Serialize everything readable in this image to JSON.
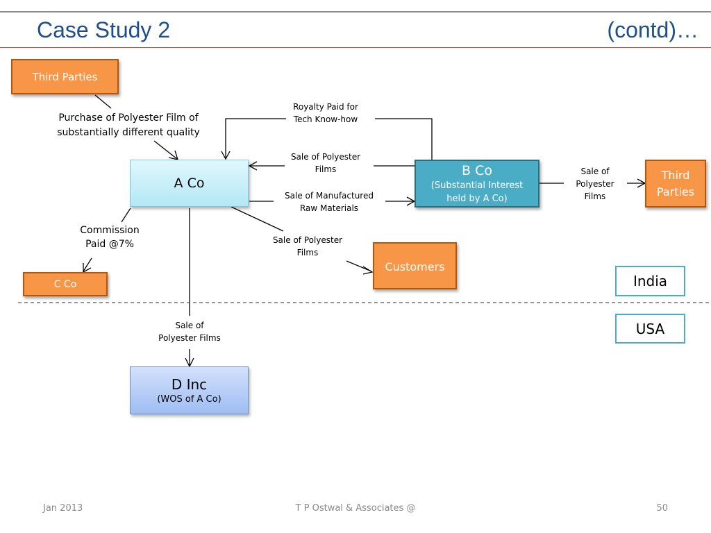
{
  "slide": {
    "title": "Case Study 2",
    "title_suffix": "(contd)…",
    "colors": {
      "title": "#1f4e8c",
      "orange": "#f79646",
      "a_co": "#c9f1fb",
      "b_co": "#4bacc6",
      "d_inc": "#a9c3f5",
      "region_border": "#4bacc6"
    }
  },
  "nodes": {
    "third_parties_top": "Third Parties",
    "a_co": "A Co",
    "b_co": {
      "name": "B Co",
      "sub1": "(Substantial Interest",
      "sub2": "held by A Co)"
    },
    "third_parties_right": {
      "line1": "Third",
      "line2": "Parties"
    },
    "customers": "Customers",
    "c_co": "C Co",
    "d_inc": {
      "name": "D Inc",
      "sub": "(WOS of A Co)"
    }
  },
  "regions": {
    "india": "India",
    "usa": "USA"
  },
  "edges": {
    "purchase": {
      "line1": "Purchase of Polyester Film of",
      "line2": "substantially different quality"
    },
    "royalty": {
      "line1": "Royalty Paid for",
      "line2": "Tech Know-how"
    },
    "sale_b_to_a": {
      "line1": "Sale  of Polyester",
      "line2": "Films"
    },
    "sale_raw": {
      "line1": "Sale  of Manufactured",
      "line2": "Raw Materials"
    },
    "sale_b_to_third": {
      "line1": "Sale  of",
      "line2": "Polyester",
      "line3": "Films"
    },
    "commission": {
      "line1": "Commission",
      "line2": "Paid @7%"
    },
    "sale_customers": {
      "line1": "Sale  of Polyester",
      "line2": "Films"
    },
    "sale_d": {
      "line1": "Sale  of",
      "line2": "Polyester Films"
    }
  },
  "footer": {
    "date": "Jan 2013",
    "firm": "T P Ostwal & Associates @",
    "page": "50"
  }
}
